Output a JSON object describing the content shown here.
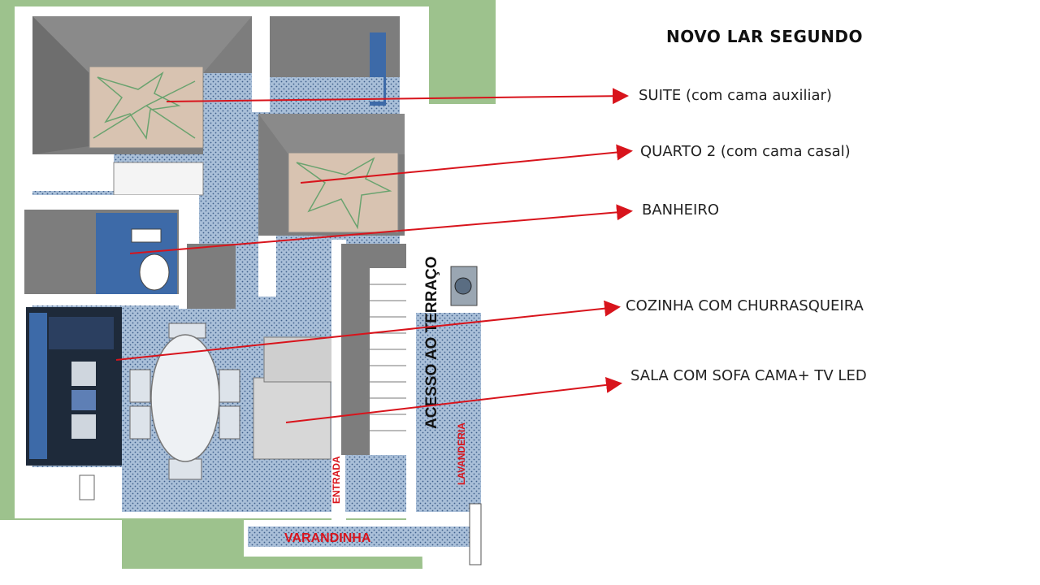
{
  "title": "NOVO LAR SEGUNDO",
  "callouts": [
    {
      "id": "suite",
      "text": "SUITE (com cama auxiliar)"
    },
    {
      "id": "quarto2",
      "text": "QUARTO 2 (com cama casal)"
    },
    {
      "id": "banheiro",
      "text": "BANHEIRO"
    },
    {
      "id": "cozinha",
      "text": "COZINHA COM CHURRASQUEIRA"
    },
    {
      "id": "sala",
      "text": "SALA COM SOFA CAMA+ TV LED"
    }
  ],
  "plan_labels": {
    "acesso": "ACESSO AO TERRAÇO",
    "lavanderia": "LAVANDERIA",
    "entrada": "ENTRADA",
    "varandinha": "VARANDINHA"
  },
  "colors": {
    "arrow": "#d8141c",
    "floor": "#a9bfd8",
    "grass": "#9dc28d",
    "wall": "#ffffff",
    "wall_shade": "#7a7a7a",
    "bed": "#d8c3b1",
    "kitchen_blue": "#3d6aa8"
  }
}
